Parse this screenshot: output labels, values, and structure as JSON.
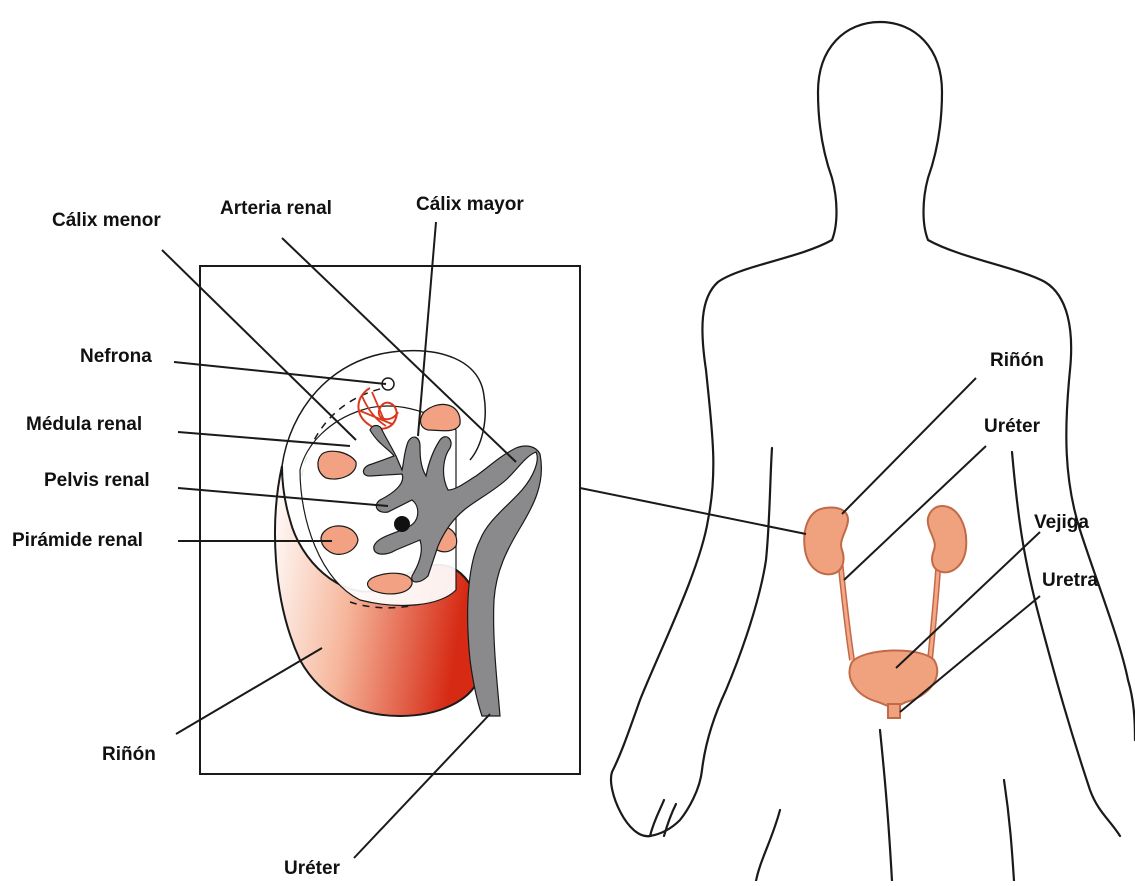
{
  "detail_labels": {
    "minor_calyx": "Cálix menor",
    "renal_artery": "Arteria renal",
    "major_calyx": "Cálix mayor",
    "nephron": "Nefrona",
    "renal_medulla": "Médula renal",
    "renal_pelvis": "Pelvis renal",
    "renal_pyramid": "Pirámide renal",
    "kidney": "Riñón",
    "ureter": "Uréter"
  },
  "body_labels": {
    "kidney": "Riñón",
    "ureter": "Uréter",
    "bladder": "Vejiga",
    "urethra": "Uretra"
  },
  "colors": {
    "kidney_dark": "#d93a1e",
    "kidney_light": "#f4a587",
    "pyramid": "#f2a283",
    "pelvis_gray": "#8a8a8c",
    "organ_fill": "#f0a27f",
    "outline": "#1a1a1a"
  }
}
